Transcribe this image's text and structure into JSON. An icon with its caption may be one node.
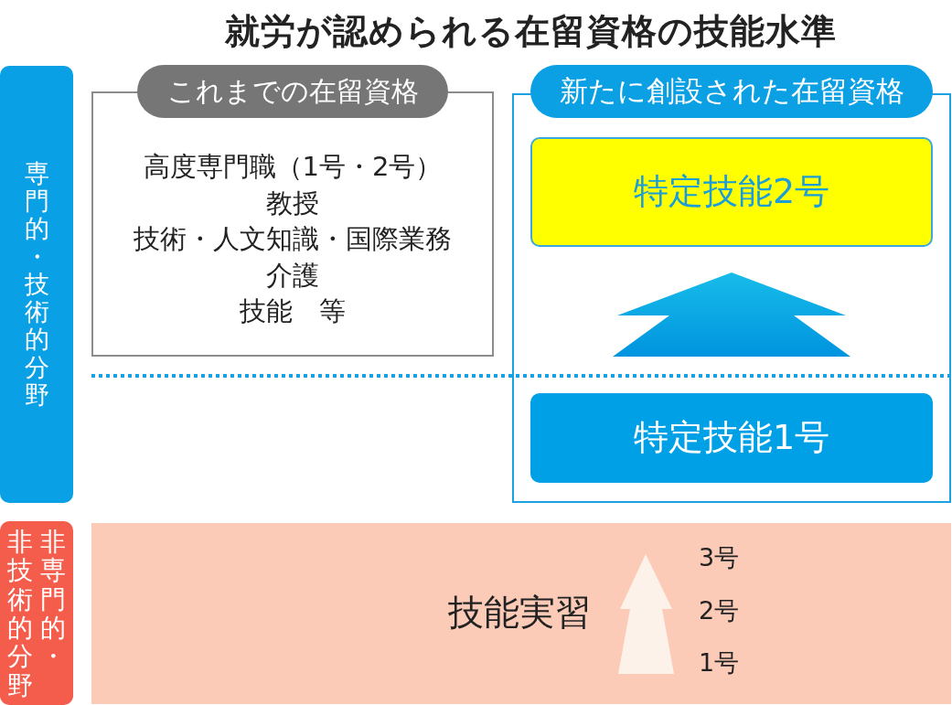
{
  "diagram": {
    "title": "就労が認められる在留資格の技能水準",
    "nodes": [
      {
        "text": [
          "専門的・技術的分野"
        ]
      },
      {
        "text": [
          "非専門的・非技術的分野"
        ]
      },
      {
        "text": [
          "これまでの在留資格",
          "高度専門職（1号・2号）",
          "教授",
          "技術・人文知識・国際業務",
          "介護",
          "技能　等"
        ]
      },
      {
        "text": [
          "新たに創設された在留資格"
        ]
      },
      {
        "text": [
          "特定技能2号"
        ],
        "in": 3
      },
      {
        "text": [
          "特定技能1号"
        ],
        "in": 3
      },
      {
        "text": [
          "技能実習",
          "3号",
          "2号",
          "1号"
        ]
      }
    ],
    "edges": [
      {
        "from": 5,
        "to": 4,
        "arrow": "to"
      }
    ]
  }
}
